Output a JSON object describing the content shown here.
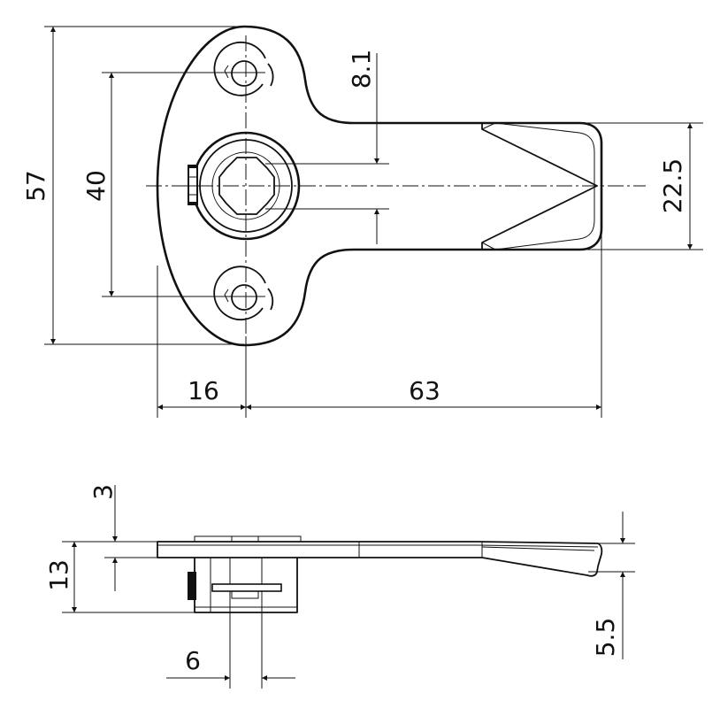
{
  "dimensions": {
    "height_57": "57",
    "hole_spacing_40": "40",
    "square_8_1": "8.1",
    "width_22_5": "22.5",
    "offset_16": "16",
    "length_63": "63",
    "thickness_3": "3",
    "height_13": "13",
    "width_6": "6",
    "depth_5_5": "5.5"
  }
}
